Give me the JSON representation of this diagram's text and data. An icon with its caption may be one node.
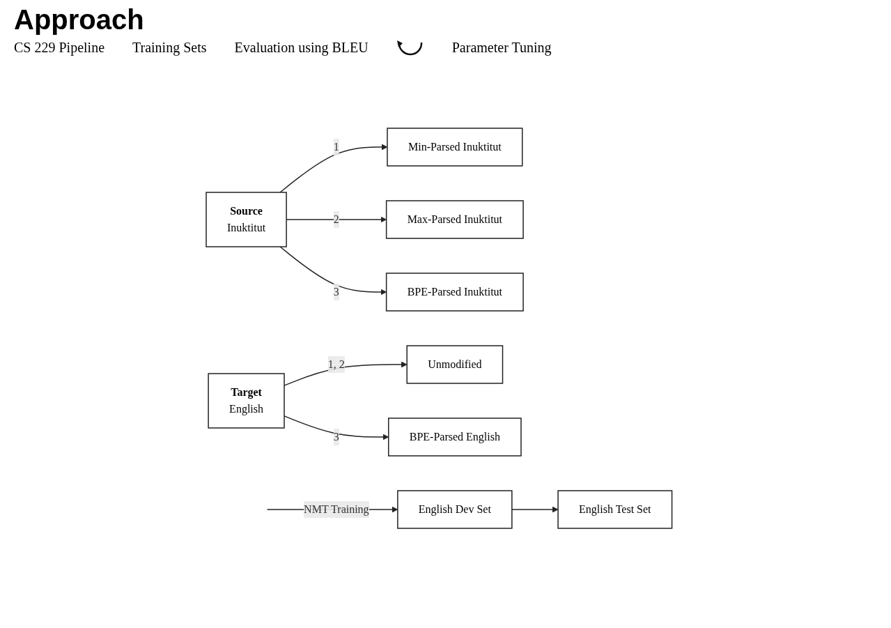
{
  "diagram": {
    "title": "Approach",
    "nodes": [
      {
        "text": [
          "Source",
          "Inuktitut"
        ]
      },
      {
        "text": [
          "Min-Parsed Inuktitut"
        ]
      },
      {
        "text": [
          "Max-Parsed Inuktitut"
        ]
      },
      {
        "text": [
          "BPE-Parsed Inuktitut"
        ]
      },
      {
        "text": [
          "Target",
          "English"
        ]
      },
      {
        "text": [
          "Unmodified"
        ]
      },
      {
        "text": [
          "BPE-Parsed English"
        ]
      },
      {
        "text": [
          "English Dev Set"
        ]
      },
      {
        "text": [
          "English Test Set"
        ]
      }
    ],
    "edges": [
      {
        "from": 0,
        "to": 1,
        "arrow": "to",
        "label": "1"
      },
      {
        "from": 0,
        "to": 2,
        "arrow": "to",
        "label": "2"
      },
      {
        "from": 0,
        "to": 3,
        "arrow": "to",
        "label": "3"
      },
      {
        "from": 4,
        "to": 5,
        "arrow": "to",
        "label": "1, 2"
      },
      {
        "from": 4,
        "to": 6,
        "arrow": "to",
        "label": "3"
      },
      {
        "from": null,
        "to": 7,
        "arrow": "to",
        "label": "NMT Training"
      },
      {
        "from": 7,
        "to": 8,
        "arrow": "to"
      }
    ],
    "labels": [
      "CS 229 Pipeline",
      "Training Sets",
      "Evaluation using BLEU",
      "Parameter Tuning"
    ]
  }
}
